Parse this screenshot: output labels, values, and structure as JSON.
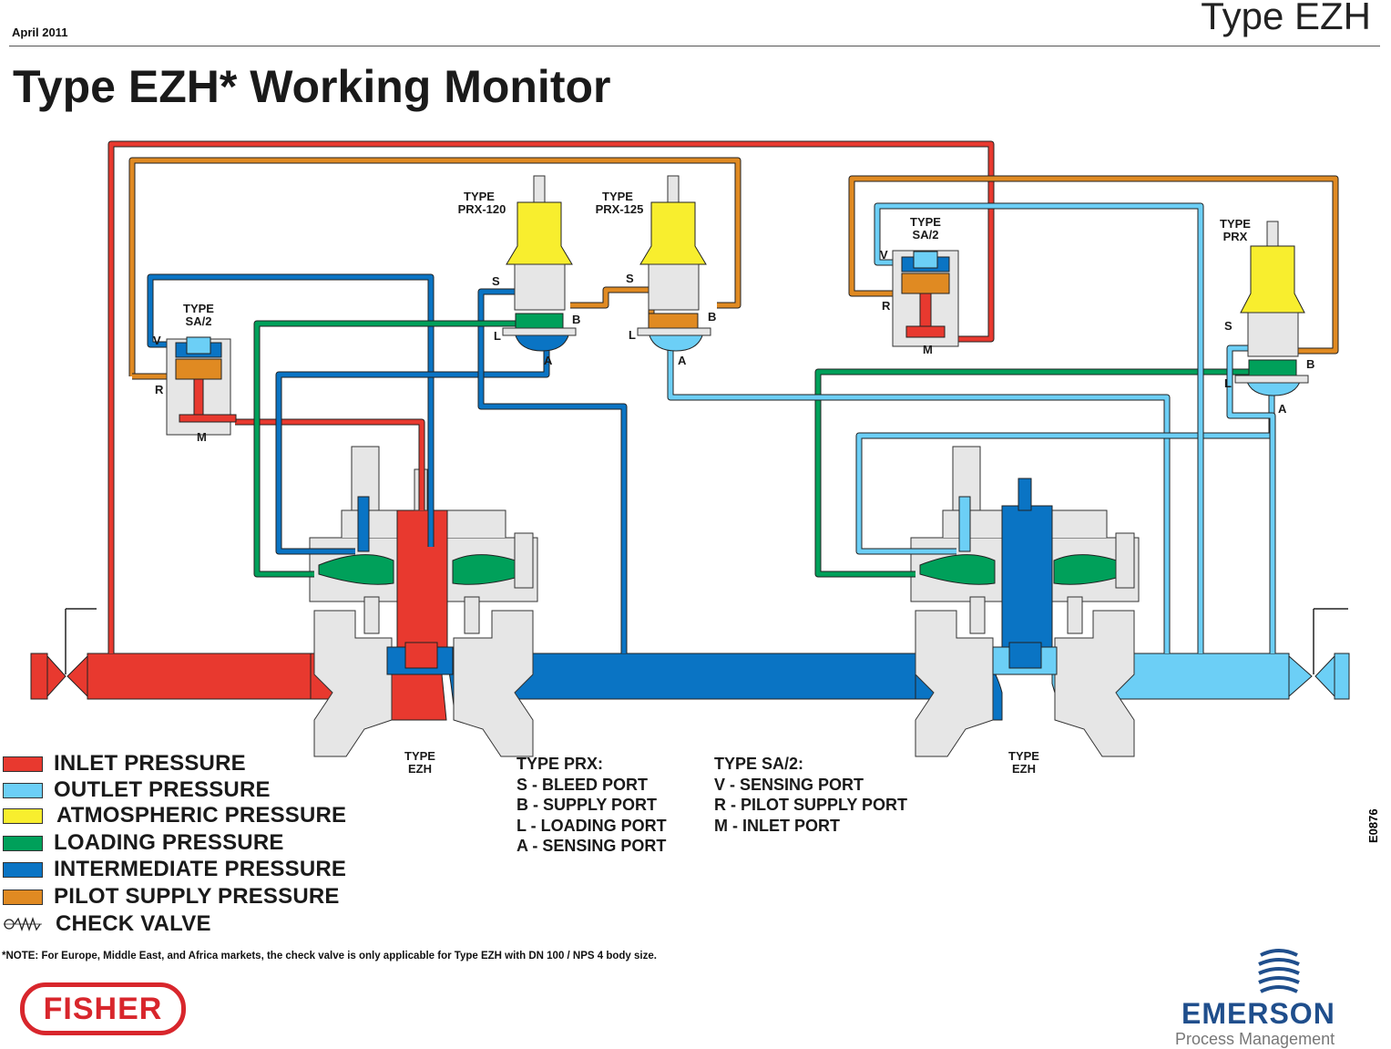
{
  "header": {
    "date": "April 2011",
    "doc_type": "Type EZH",
    "title": "Type EZH* Working Monitor",
    "drawing_code": "E0876"
  },
  "colors": {
    "inlet": "#e8392f",
    "outlet": "#6ccff6",
    "atmospheric": "#f8ee2e",
    "loading": "#00a05a",
    "intermediate": "#0a74c4",
    "pilot_supply": "#e08a22",
    "body_gray": "#e6e6e6"
  },
  "labels": {
    "prx120_l1": "TYPE",
    "prx120_l2": "PRX-120",
    "prx125_l1": "TYPE",
    "prx125_l2": "PRX-125",
    "sa2_left_l1": "TYPE",
    "sa2_left_l2": "SA/2",
    "sa2_right_l1": "TYPE",
    "sa2_right_l2": "SA/2",
    "prx_right_l1": "TYPE",
    "prx_right_l2": "PRX",
    "ezh_left_l1": "TYPE",
    "ezh_left_l2": "EZH",
    "ezh_right_l1": "TYPE",
    "ezh_right_l2": "EZH",
    "port_s": "S",
    "port_b": "B",
    "port_l": "L",
    "port_a": "A",
    "port_v": "V",
    "port_r": "R",
    "port_m": "M"
  },
  "legend": [
    {
      "label": "INLET PRESSURE",
      "color": "#e8392f"
    },
    {
      "label": "OUTLET PRESSURE",
      "color": "#6ccff6"
    },
    {
      "label": "ATMOSPHERIC PRESSURE",
      "color": "#f8ee2e"
    },
    {
      "label": "LOADING PRESSURE",
      "color": "#00a05a"
    },
    {
      "label": "INTERMEDIATE PRESSURE",
      "color": "#0a74c4"
    },
    {
      "label": "PILOT SUPPLY PRESSURE",
      "color": "#e08a22"
    }
  ],
  "check_valve_label": "CHECK VALVE",
  "prx_ports": {
    "heading": "TYPE PRX:",
    "items": [
      "S - BLEED PORT",
      "B - SUPPLY PORT",
      "L - LOADING PORT",
      "A - SENSING PORT"
    ]
  },
  "sa2_ports": {
    "heading": "TYPE SA/2:",
    "items": [
      "V - SENSING PORT",
      "R - PILOT SUPPLY PORT",
      "M - INLET PORT"
    ]
  },
  "note": "*NOTE: For Europe, Middle East, and Africa markets, the check valve is only applicable for Type EZH with DN 100 / NPS 4 body size.",
  "logos": {
    "fisher": "FISHER",
    "emerson": "EMERSON",
    "emerson_sub": "Process Management"
  }
}
